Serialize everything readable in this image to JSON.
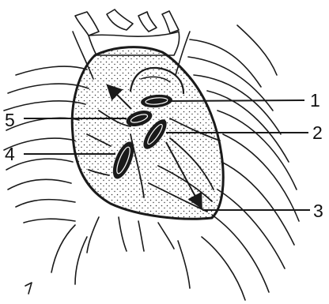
{
  "diagram": {
    "callouts": [
      {
        "id": "1",
        "label": "1"
      },
      {
        "id": "2",
        "label": "2"
      },
      {
        "id": "3",
        "label": "3"
      },
      {
        "id": "4",
        "label": "4"
      },
      {
        "id": "5",
        "label": "5"
      }
    ],
    "colors": {
      "ink": "#1a1a1a",
      "background": "#ffffff",
      "stipple": "#333333"
    }
  }
}
